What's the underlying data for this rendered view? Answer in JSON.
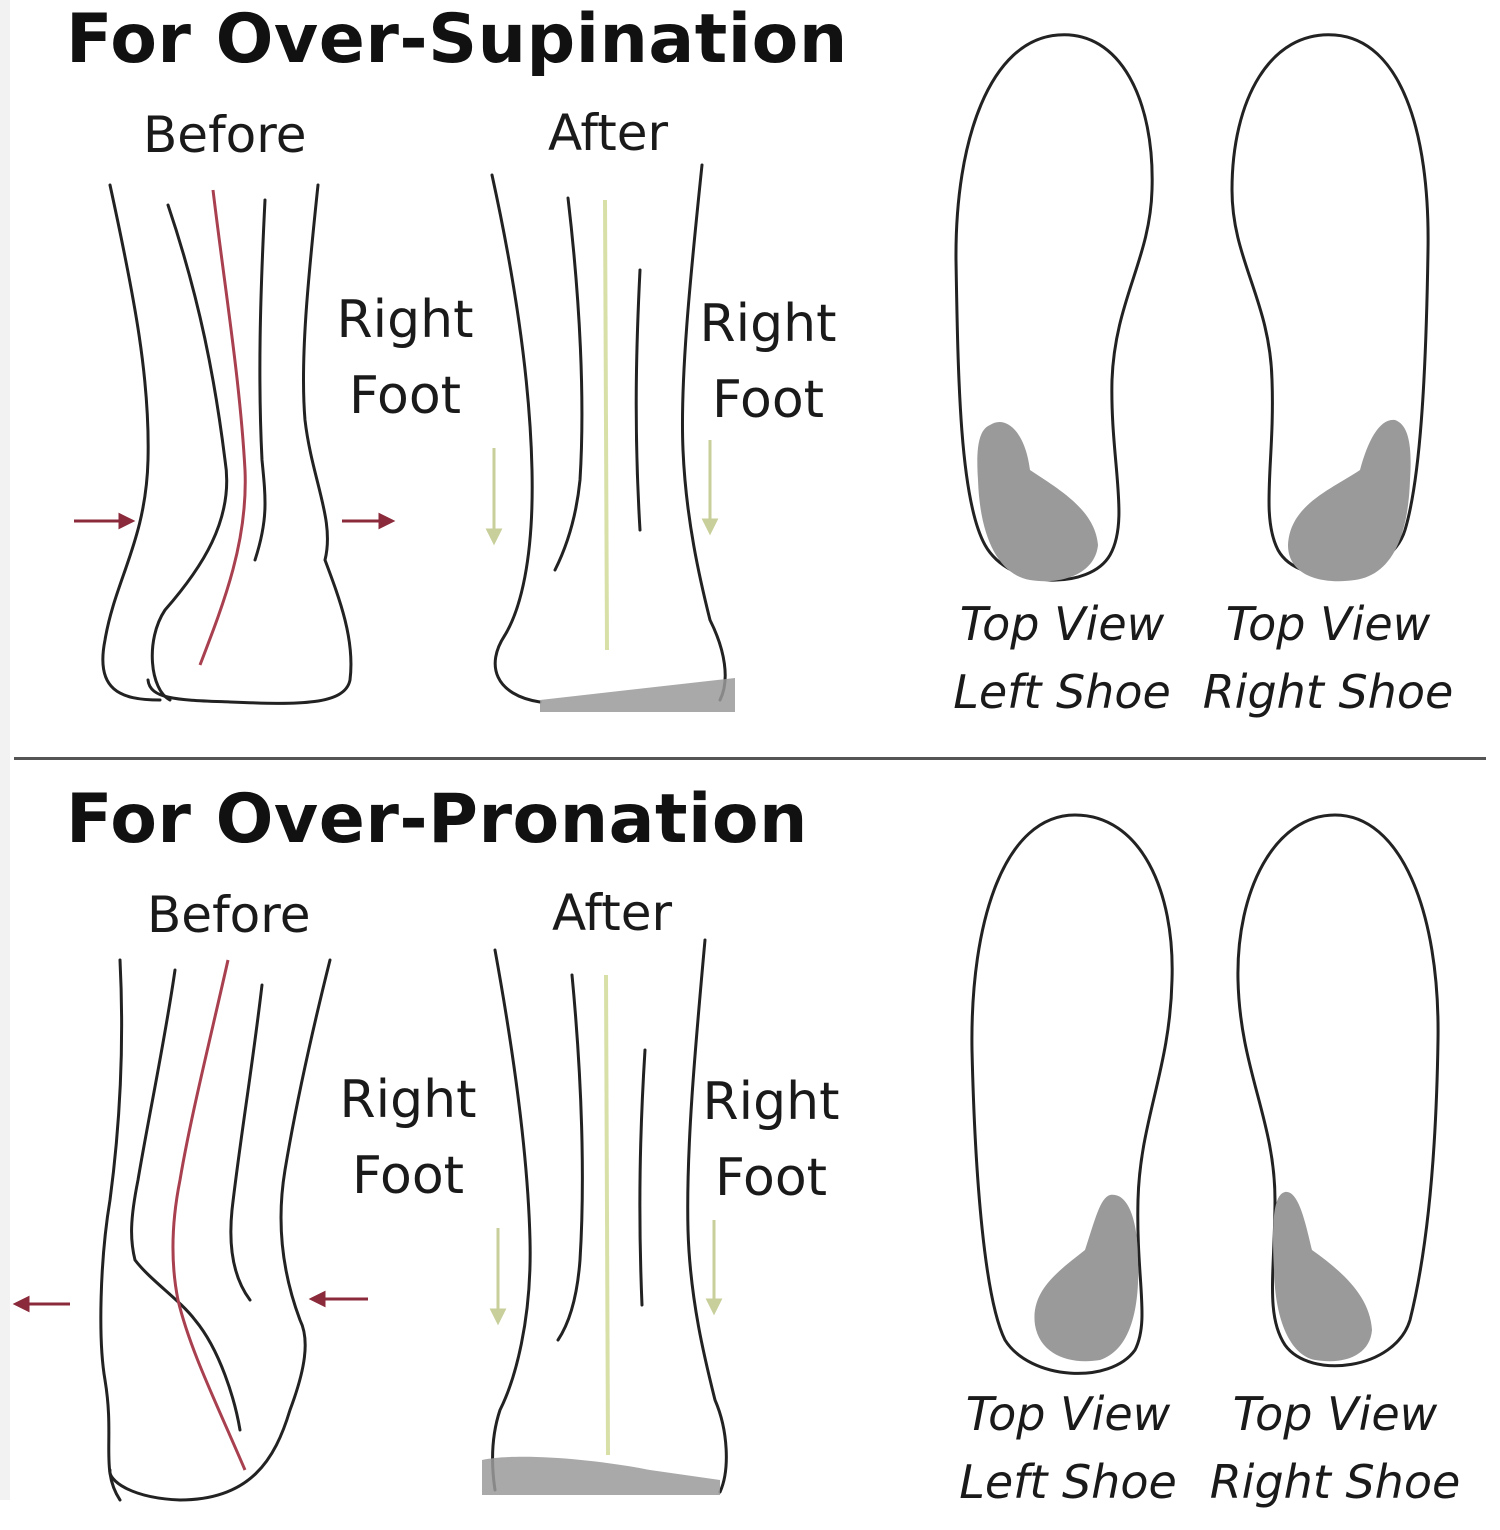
{
  "panels": {
    "supination": {
      "title": "For Over-Supination",
      "before_label": "Before",
      "after_label": "After",
      "before_foot": {
        "line1": "Right",
        "line2": "Foot"
      },
      "after_foot": {
        "line1": "Right",
        "line2": "Foot"
      },
      "left_shoe": {
        "line1": "Top View",
        "line2": "Left Shoe"
      },
      "right_shoe": {
        "line1": "Top View",
        "line2": "Right Shoe"
      }
    },
    "pronation": {
      "title": "For Over-Pronation",
      "before_label": "Before",
      "after_label": "After",
      "before_foot": {
        "line1": "Right",
        "line2": "Foot"
      },
      "after_foot": {
        "line1": "Right",
        "line2": "Foot"
      },
      "left_shoe": {
        "line1": "Top View",
        "line2": "Left Shoe"
      },
      "right_shoe": {
        "line1": "Top View",
        "line2": "Right Shoe"
      }
    }
  },
  "colors": {
    "outline": "#222222",
    "bone_before": "#a8404f",
    "bone_after": "#d8e0a8",
    "insert": "#9a9a9a",
    "arrow_red": "#8b2a3a",
    "arrow_green": "#c8cf9a"
  }
}
